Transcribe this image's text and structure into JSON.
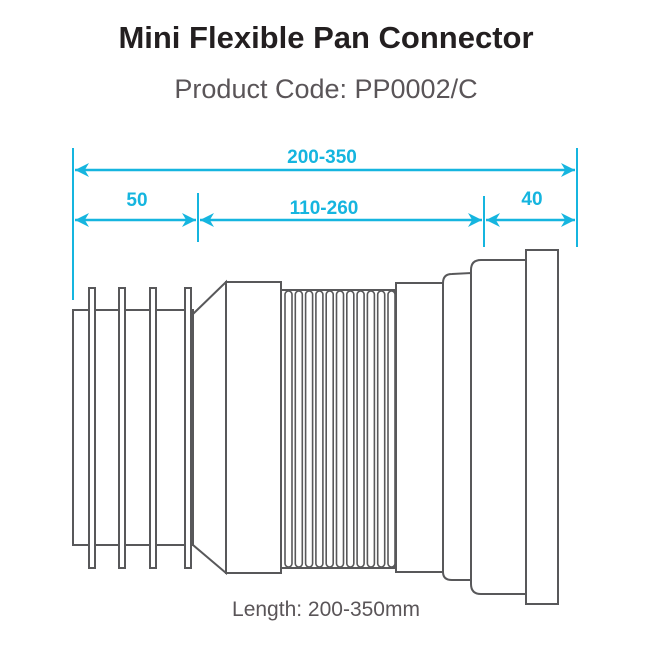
{
  "title": "Mini Flexible Pan Connector",
  "product_code": "Product Code: PP0002/C",
  "dimensions": {
    "overall": "200-350",
    "inlet": "50",
    "flexible": "110-260",
    "outlet": "40"
  },
  "length_label": "Length: 200-350mm",
  "colors": {
    "dimension": "#15b5df",
    "outline": "#58585a",
    "title": "#231f20",
    "subtitle": "#5a5558"
  }
}
